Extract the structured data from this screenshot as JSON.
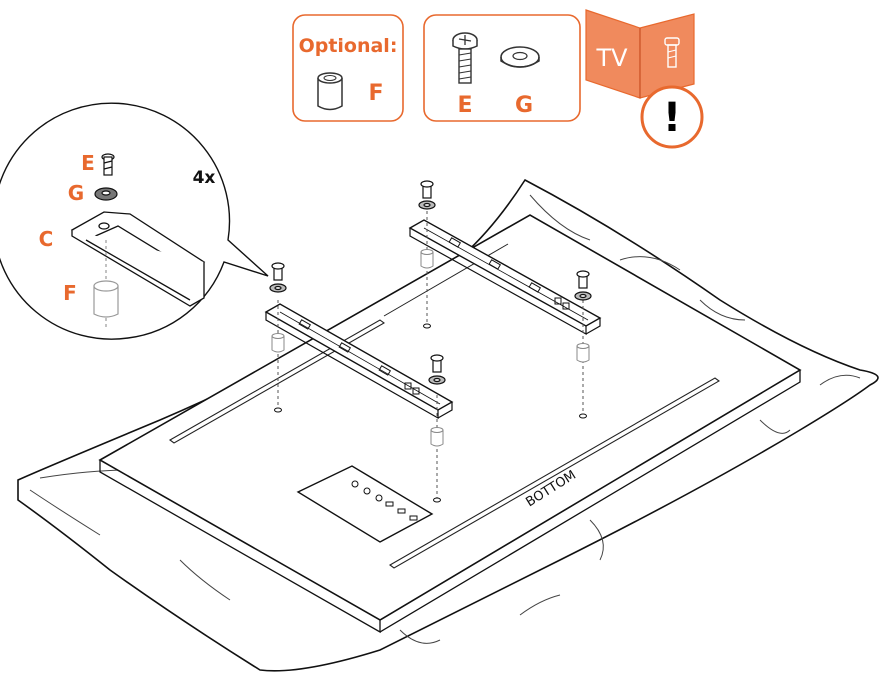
{
  "parts_panel": {
    "optional_label": "Optional:",
    "spacer_letter": "F",
    "screw_letter": "E",
    "washer_letter": "G",
    "tv_label": "TV",
    "warning_glyph": "!"
  },
  "detail_callout": {
    "quantity": "4x",
    "screw_letter": "E",
    "washer_letter": "G",
    "bracket_letter": "C",
    "spacer_letter": "F"
  },
  "tv_back": {
    "bottom_label": "BOTTOM"
  },
  "colors": {
    "accent": "#E8692E",
    "accent_fill": "#F08A5D",
    "line": "#1a1a1a",
    "gray": "#888888"
  },
  "icons": [
    "screw-icon",
    "washer-icon",
    "spacer-icon",
    "warning-icon",
    "tv-manual-icon"
  ]
}
